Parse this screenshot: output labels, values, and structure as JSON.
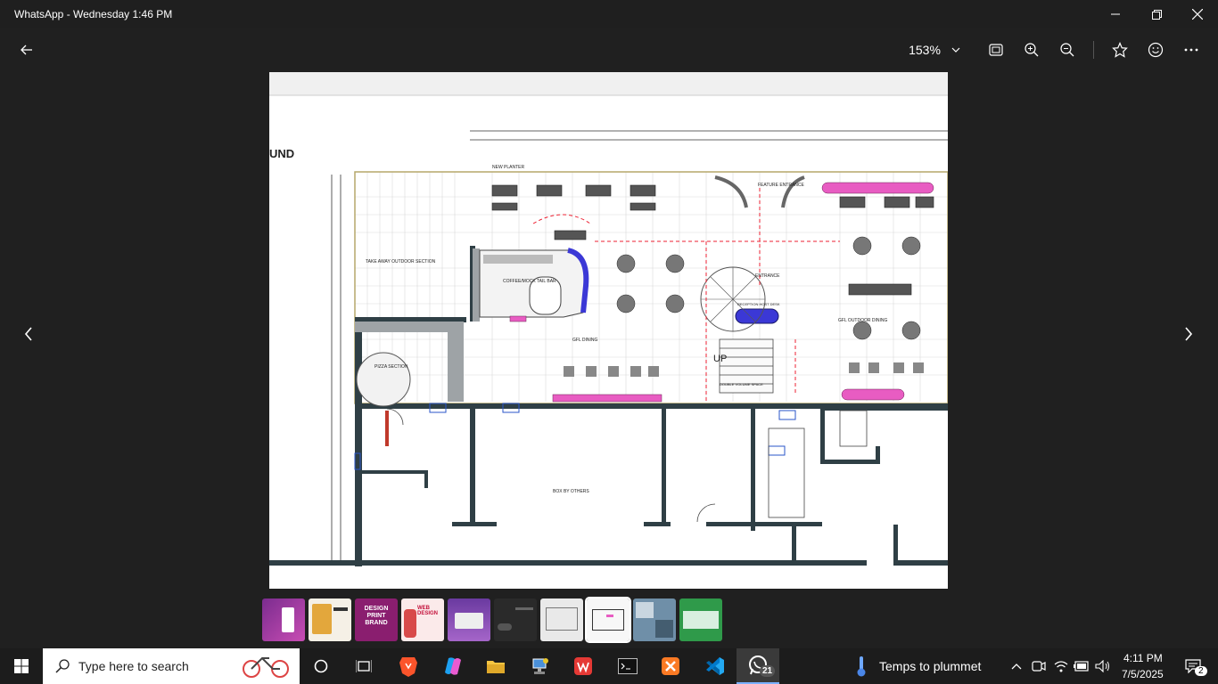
{
  "window": {
    "title": "WhatsApp - Wednesday 1:46 PM",
    "minimize_icon": "minimize-icon",
    "maximize_icon": "restore-icon",
    "close_icon": "close-icon"
  },
  "toolbar": {
    "back_icon": "back-arrow-icon",
    "zoom_level": "153%",
    "zoom_dropdown_icon": "chevron-down-icon",
    "actions": [
      "fit-to-window-icon",
      "zoom-in-icon",
      "zoom-out-icon",
      "favorite-star-icon",
      "feedback-emoji-icon",
      "more-icon"
    ]
  },
  "image": {
    "heading_fragment": "UND",
    "labels": {
      "takeaway": "TAKE AWAY OUTDOOR SECTION",
      "coffee": "COFFEE/MOCK TAIL BAR",
      "pizza": "PIZZA SECTION",
      "gfl_dining": "GFL DINING",
      "entrance": "ENTRANCE",
      "reception": "RECEPTION HOST DESK",
      "outdoor_dining": "GFL OUTDOOR DINING",
      "box": "BOX BY OTHERS",
      "feature_entrance": "FEATURE ENTRANCE",
      "new_planter": "NEW PLANTER",
      "up": "UP",
      "double_volume": "DOUBLE VOLUME SPACE"
    }
  },
  "navigation": {
    "prev_icon": "chevron-left-icon",
    "next_icon": "chevron-right-icon"
  },
  "filmstrip": {
    "thumbnails": [
      {
        "name": "thumb-mobile-app"
      },
      {
        "name": "thumb-ad-orange"
      },
      {
        "name": "thumb-design-print-brand",
        "text": "DESIGN PRINT BRAND"
      },
      {
        "name": "thumb-web-design",
        "text": "WEB DESIGN"
      },
      {
        "name": "thumb-purple-promo"
      },
      {
        "name": "thumb-dark-ui"
      },
      {
        "name": "thumb-floorplan-1"
      },
      {
        "name": "thumb-floorplan-2",
        "selected": true
      },
      {
        "name": "thumb-photo-collage"
      },
      {
        "name": "thumb-green-poster"
      }
    ]
  },
  "taskbar": {
    "start_icon": "windows-start-icon",
    "search_placeholder": "Type here to search",
    "search_icon": "search-icon",
    "apps": [
      "cortana-icon",
      "task-view-icon",
      "brave-icon",
      "copilot-icon",
      "file-explorer-icon",
      "network-app-icon",
      "wps-icon",
      "terminal-icon",
      "xampp-icon",
      "vscode-icon",
      "whatsapp-icon"
    ],
    "whatsapp_badge": "21",
    "weather_text": "Temps to plummet",
    "time": "4:11 PM",
    "date": "7/5/2025",
    "notification_count": "2"
  }
}
